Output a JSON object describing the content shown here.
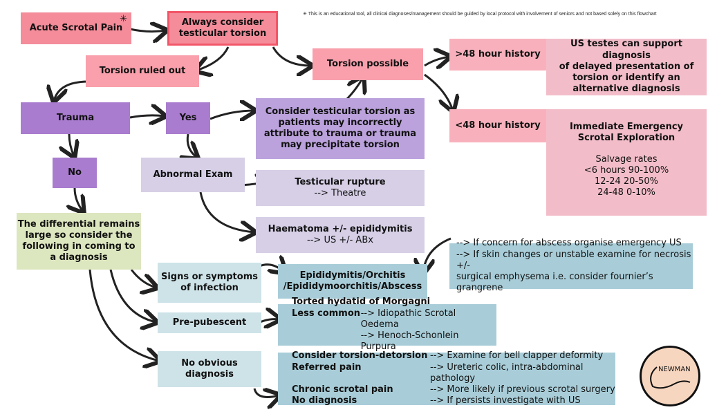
{
  "footnote": "This is an educational tool, all clinical diagnoses/management should be guided by local protocol with involvement of seniors and not based solely on this flowchart",
  "nodes": {
    "acute": "Acute Scrotal Pain",
    "always": [
      "Always consider",
      "testicular torsion"
    ],
    "ruled_out": "Torsion ruled out",
    "possible": "Torsion possible",
    "gt48": ">48 hour history",
    "us_testes": [
      "US testes can support diagnosis",
      "of delayed presentation of",
      "torsion or identify an",
      "alternative diagnosis"
    ],
    "lt48": "<48 hour history",
    "immediate": [
      "Immediate Emergency",
      "Scrotal Exploration"
    ],
    "salvage": [
      "Salvage rates",
      "<6 hours 90-100%",
      "12-24 20-50%",
      "24-48 0-10%"
    ],
    "trauma": "Trauma",
    "yes": "Yes",
    "consider_trauma": [
      "Consider testicular torsion as",
      "patients may incorrectly",
      "attribute to trauma or trauma",
      "may precipitate torsion"
    ],
    "no": "No",
    "abnormal": "Abnormal Exam",
    "rupture": [
      "Testicular rupture",
      "--> Theatre"
    ],
    "haematoma": [
      "Haematoma +/- epididymitis",
      "--> US +/- ABx"
    ],
    "differential": [
      "The differential remains",
      "large so consider the",
      "following in coming to",
      "a diagnosis"
    ],
    "infection": [
      "Signs or symptoms",
      "of infection"
    ],
    "epididymitis": [
      "Epididymitis/Orchitis",
      "/Epididymoorchitis/Abscess"
    ],
    "abscess": [
      "--> If concern for abscess organise emergency US",
      "--> If skin changes or unstable examine for necrosis +/-",
      "surgical emphysema i.e. consider fournier’s grangrene"
    ],
    "prepubescent": "Pre-pubescent",
    "hydatid": {
      "title": "Torted hydatid of Morgagni",
      "label": "Less common",
      "items": [
        "--> Idiopathic Scrotal Oedema",
        "--> Henoch-Schonlein Purpura"
      ]
    },
    "no_obvious": "No obvious diagnosis",
    "no_obvious_rows": [
      {
        "k": "Consider torsion-detorsion",
        "v": "--> Examine for bell clapper deformity"
      },
      {
        "k": "Referred pain",
        "v": "--> Ureteric colic, intra-abdominal pathology"
      },
      {
        "k": "Chronic scrotal pain",
        "v": "--> More likely if previous scrotal surgery"
      },
      {
        "k": "No diagnosis",
        "v": "--> If persists investigate with US"
      }
    ]
  },
  "logo": "NEWMAN",
  "colors": {
    "pink": "#f48c9a",
    "purple": "#a97ccf",
    "lavender": "#d6cfe6",
    "green": "#dce6bf",
    "blue": "#a8cdd8",
    "logo": "#f7d6bf"
  }
}
